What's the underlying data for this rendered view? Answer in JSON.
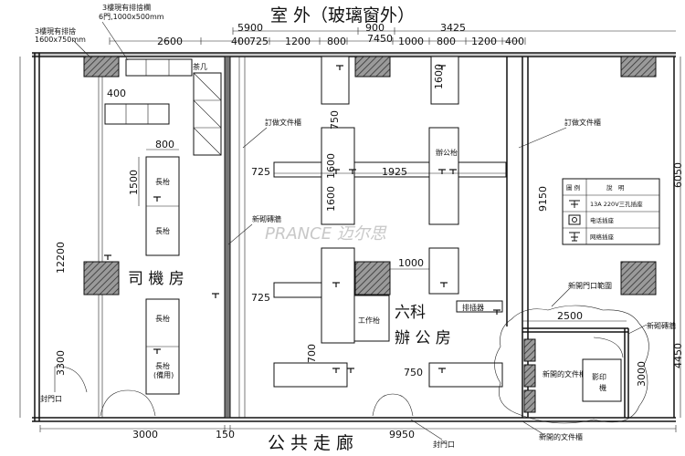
{
  "top_title": "室 外（玻璃窗外）",
  "bottom_title": "公 共 走 廊",
  "rooms": {
    "driver": "司 機 房",
    "office_line1": "六科",
    "office_line2": "辦 公 房"
  },
  "notes": {
    "note_ac_old": "3樓現有排捨",
    "note_ac_old_size": "1600x750mm",
    "note_window_a": "3樓現有排捨欄",
    "note_window_b": "6門,1000x500mm",
    "tea_table": "茶几",
    "custom_cabinet_left": "訂做文件櫃",
    "custom_cabinet_right": "訂做文件櫃",
    "new_brick_wall": "新砌磚牆",
    "new_door_range": "新開門口範圍",
    "new_brick_wall_2": "新砌磚牆",
    "new_file_cabinet": "新開的文件櫃",
    "seal_door_left": "封門口",
    "seal_door_bottom": "封門口",
    "new_file_cabinet_2": "新開的文件櫃",
    "work_desk": "工作枱",
    "printer": "排插器",
    "copier_1": "影印",
    "copier_2": "機",
    "chair_left_1": "長枱",
    "chair_left_2": "長枱",
    "chair_left_3": "長枱",
    "chair_left_4": "長枱",
    "chair_left_4b": "(備用)",
    "office_desk": "辦公枱",
    "watermark": "PRANCE 迈尔思"
  },
  "legend": {
    "header_icon": "圖 例",
    "header_desc": "說　明",
    "rows": [
      {
        "icon": "socket-icon",
        "desc": "13A 220V三孔插座"
      },
      {
        "icon": "phone-socket-icon",
        "desc": "电话插座"
      },
      {
        "icon": "network-socket-icon",
        "desc": "网络插座"
      }
    ]
  },
  "dims": {
    "top_5900": "5900",
    "top_900": "900",
    "top_3425": "3425",
    "top_2600": "2600",
    "top_400a": "400",
    "top_725": "725",
    "top_1200a": "1200",
    "top_800a": "800",
    "top_7450": "7450",
    "top_1000a": "1000",
    "top_800b": "800",
    "top_1200b": "1200",
    "top_400b": "400",
    "left_400": "400",
    "left_12200": "12200",
    "left_3300": "3300",
    "d_800": "800",
    "d_1500": "1500",
    "d_750v": "750",
    "d_1600v": "1600",
    "d_1600v2": "1600",
    "d_1600top": "1600",
    "d_725a": "725",
    "d_1925": "1925",
    "d_725b": "725",
    "d_1000": "1000",
    "d_700": "700",
    "d_750h": "750",
    "d_2500": "2500",
    "d_3000v": "3000",
    "right_9150": "9150",
    "right_6050": "6050",
    "right_4450": "4450",
    "bot_3000": "3000",
    "bot_150": "150",
    "bot_9950": "9950"
  }
}
